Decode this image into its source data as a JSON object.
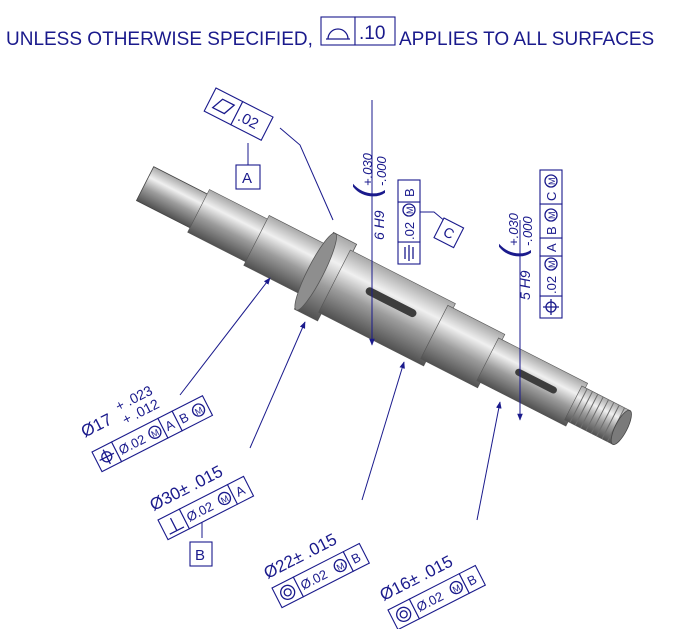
{
  "note": {
    "prefix": "UNLESS OTHERWISE SPECIFIED,",
    "tolerance": ".10",
    "suffix": "APPLIES TO ALL SURFACES",
    "symbol": "profile-of-surface-icon"
  },
  "colors": {
    "annotation": "#1a1a8c",
    "part_dark": "#5c5c5c",
    "part_light": "#efefef",
    "background": "#ffffff"
  },
  "callouts": {
    "flatness": {
      "symbol": "parallelogram-flatness-icon",
      "tolerance": ".02",
      "datum": "A"
    },
    "keyway_large": {
      "width": "6 H9",
      "tol_upper": "+.030",
      "tol_lower": "-.000",
      "symbol": "symmetry-icon",
      "tolerance": ".02",
      "modifier": "M",
      "datum": "B",
      "datum_label": "C"
    },
    "keyway_small": {
      "width": "5 H9",
      "tol_upper": "+.030",
      "tol_lower": "-.000",
      "symbol": "position-icon",
      "tolerance": ".02",
      "modifier": "M",
      "datum1": "A",
      "datum2": "B",
      "datum2_modifier": "M",
      "datum3": "C",
      "datum3_modifier": "M"
    },
    "dia17": {
      "dimension": "Ø17",
      "tol_upper": "+ .023",
      "tol_lower": "+ .012",
      "symbol": "position-icon",
      "tolerance": "Ø.02",
      "modifier": "M",
      "datum1": "A",
      "datum2": "B",
      "datum2_modifier": "M"
    },
    "dia30": {
      "dimension": "Ø30± .015",
      "symbol": "perpendicularity-icon",
      "tolerance": "Ø.02",
      "modifier": "M",
      "datum": "A",
      "datum_label": "B"
    },
    "dia22": {
      "dimension": "Ø22± .015",
      "symbol": "concentricity-icon",
      "tolerance": "Ø.02",
      "modifier": "M",
      "datum": "B"
    },
    "dia16": {
      "dimension": "Ø16± .015",
      "symbol": "concentricity-icon",
      "tolerance": "Ø.02",
      "modifier": "M",
      "datum": "B"
    }
  }
}
